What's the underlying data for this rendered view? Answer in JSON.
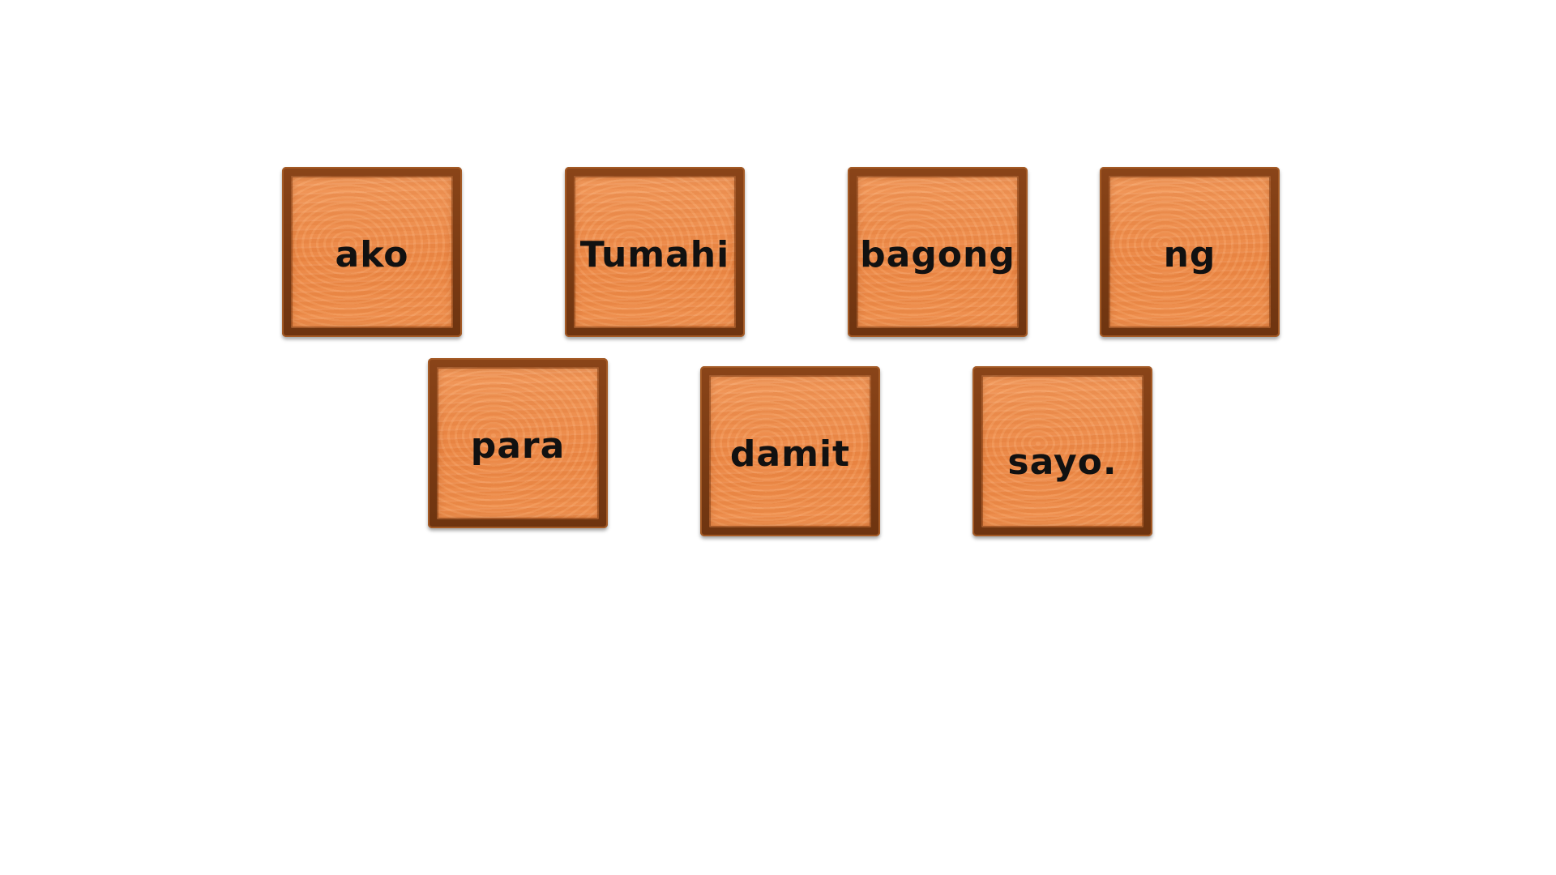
{
  "tiles": [
    {
      "word": "ako"
    },
    {
      "word": "Tumahi"
    },
    {
      "word": "bagong"
    },
    {
      "word": "ng"
    },
    {
      "word": "para"
    },
    {
      "word": "damit"
    },
    {
      "word": "sayo."
    }
  ]
}
